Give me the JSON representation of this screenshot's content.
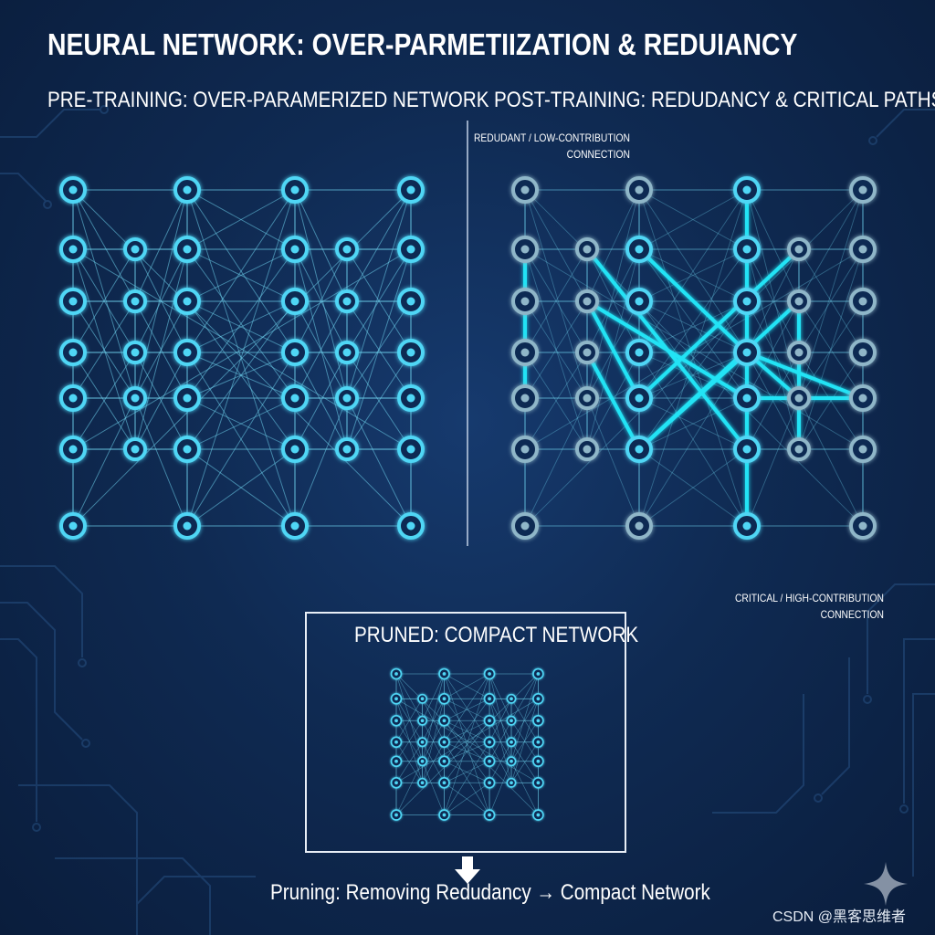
{
  "title": "NEURAL NETWORK: OVER-PARMETIIZATION & REDUIANCY",
  "panels": {
    "pre": {
      "heading": "PRE-TRAINING: OVER-PARAMERIZED NETWORK"
    },
    "post": {
      "heading": "POST-TRAINING: REDUDANCY & CRITICAL PATHS",
      "redundant_callout": [
        "REDUDANT / LOW-CONTRIBUTION",
        "CONNECTION"
      ],
      "critical_callout": [
        "CRITICAL / HIGH-CONTRIBUTION",
        "CONNECTION"
      ]
    },
    "pruned": {
      "heading": "PRUNED: COMPACT NETWORK"
    }
  },
  "caption": "Pruning: Removing Redudancy → Compact Network",
  "watermark": "CSDN @黑客思维者",
  "icons": {
    "down_arrow": "arrow-down-icon",
    "sparkle": "sparkle-icon"
  },
  "colors": {
    "node": "#4fd6f5",
    "edge": "#6fd3ee",
    "critical_edge": "#22e3f5",
    "faded_node": "#8fb6c8",
    "frame": "#e8eef6"
  }
}
